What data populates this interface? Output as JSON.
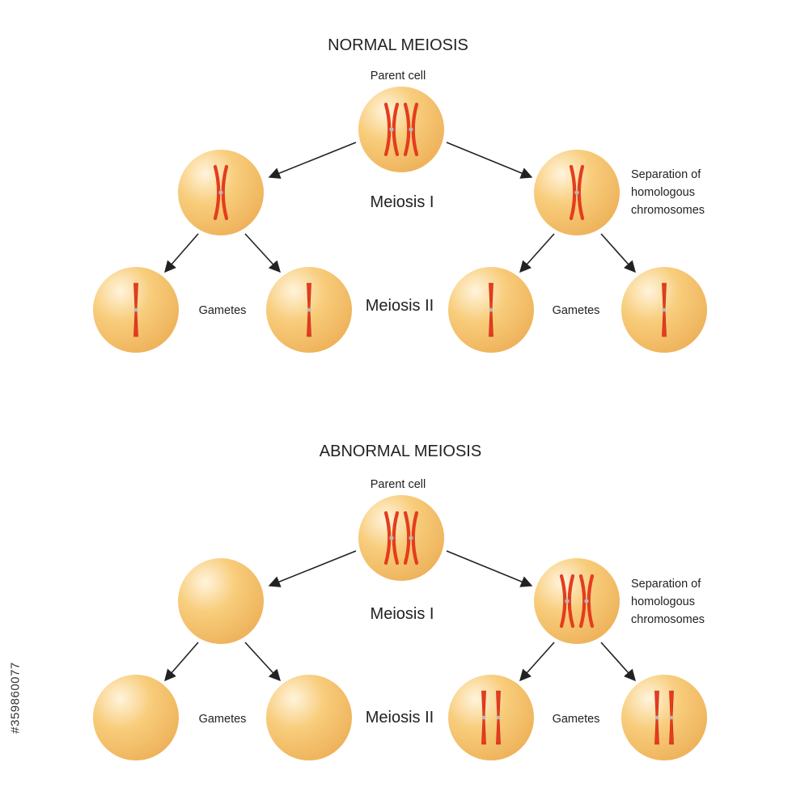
{
  "colors": {
    "cell_light": "#fff4dc",
    "cell_mid": "#f8cd7c",
    "cell_dark": "#eeb25a",
    "chromosome": "#e43c1e",
    "chromosome_dark": "#c62c14",
    "centromere": "#b9b9b9",
    "arrow": "#222222"
  },
  "panels": [
    {
      "id": "normal",
      "title": "NORMAL MEIOSIS",
      "parent_label": "Parent cell",
      "meiosis_1_label": "Meiosis I",
      "meiosis_2_label": "Meiosis II",
      "separation_label_lines": [
        "Separation of",
        "homologous",
        "chromosomes"
      ],
      "gametes_label_left": "Gametes",
      "gametes_label_right": "Gametes",
      "cells": [
        {
          "name": "parent-cell",
          "chromosomes": {
            "type": "pair-x",
            "count": 2
          }
        },
        {
          "name": "meiosis-1-left-cell",
          "chromosomes": {
            "type": "x",
            "count": 1
          }
        },
        {
          "name": "meiosis-1-right-cell",
          "chromosomes": {
            "type": "x",
            "count": 1
          }
        },
        {
          "name": "gamete-1",
          "chromosomes": {
            "type": "single",
            "count": 1
          }
        },
        {
          "name": "gamete-2",
          "chromosomes": {
            "type": "single",
            "count": 1
          }
        },
        {
          "name": "gamete-3",
          "chromosomes": {
            "type": "single",
            "count": 1
          }
        },
        {
          "name": "gamete-4",
          "chromosomes": {
            "type": "single",
            "count": 1
          }
        }
      ]
    },
    {
      "id": "abnormal",
      "title": "ABNORMAL MEIOSIS",
      "parent_label": "Parent cell",
      "meiosis_1_label": "Meiosis I",
      "meiosis_2_label": "Meiosis II",
      "separation_label_lines": [
        "Separation of",
        "homologous",
        "chromosomes"
      ],
      "gametes_label_left": "Gametes",
      "gametes_label_right": "Gametes",
      "cells": [
        {
          "name": "parent-cell",
          "chromosomes": {
            "type": "pair-x",
            "count": 2
          }
        },
        {
          "name": "meiosis-1-left-cell",
          "chromosomes": {
            "type": "none",
            "count": 0
          }
        },
        {
          "name": "meiosis-1-right-cell",
          "chromosomes": {
            "type": "pair-x",
            "count": 2
          }
        },
        {
          "name": "gamete-1",
          "chromosomes": {
            "type": "none",
            "count": 0
          }
        },
        {
          "name": "gamete-2",
          "chromosomes": {
            "type": "none",
            "count": 0
          }
        },
        {
          "name": "gamete-3",
          "chromosomes": {
            "type": "single",
            "count": 2
          }
        },
        {
          "name": "gamete-4",
          "chromosomes": {
            "type": "single",
            "count": 2
          }
        }
      ]
    }
  ],
  "side_id": "#359860077"
}
